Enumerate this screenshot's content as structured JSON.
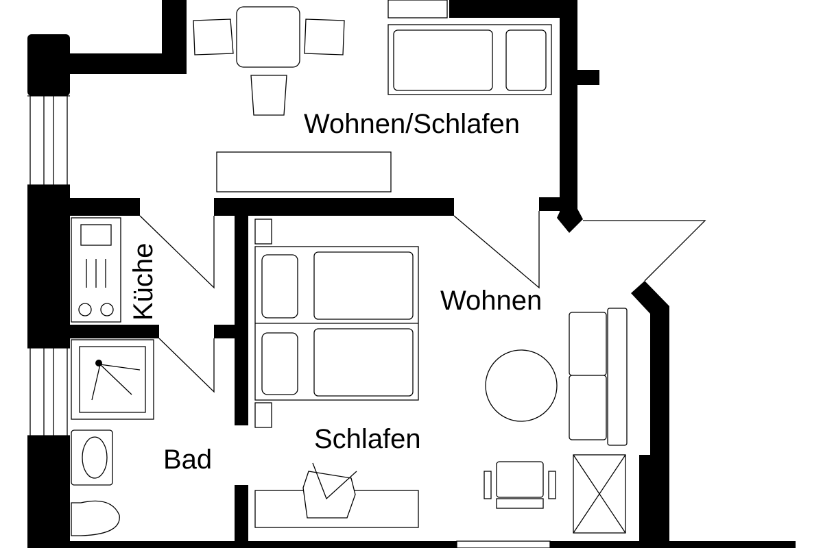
{
  "plan": {
    "rooms": {
      "wohnen_schlafen": "Wohnen/Schlafen",
      "wohnen": "Wohnen",
      "schlafen": "Schlafen",
      "kueche": "Küche",
      "bad": "Bad"
    },
    "colors": {
      "wall": "#000000",
      "background": "#ffffff",
      "line": "#000000"
    }
  }
}
